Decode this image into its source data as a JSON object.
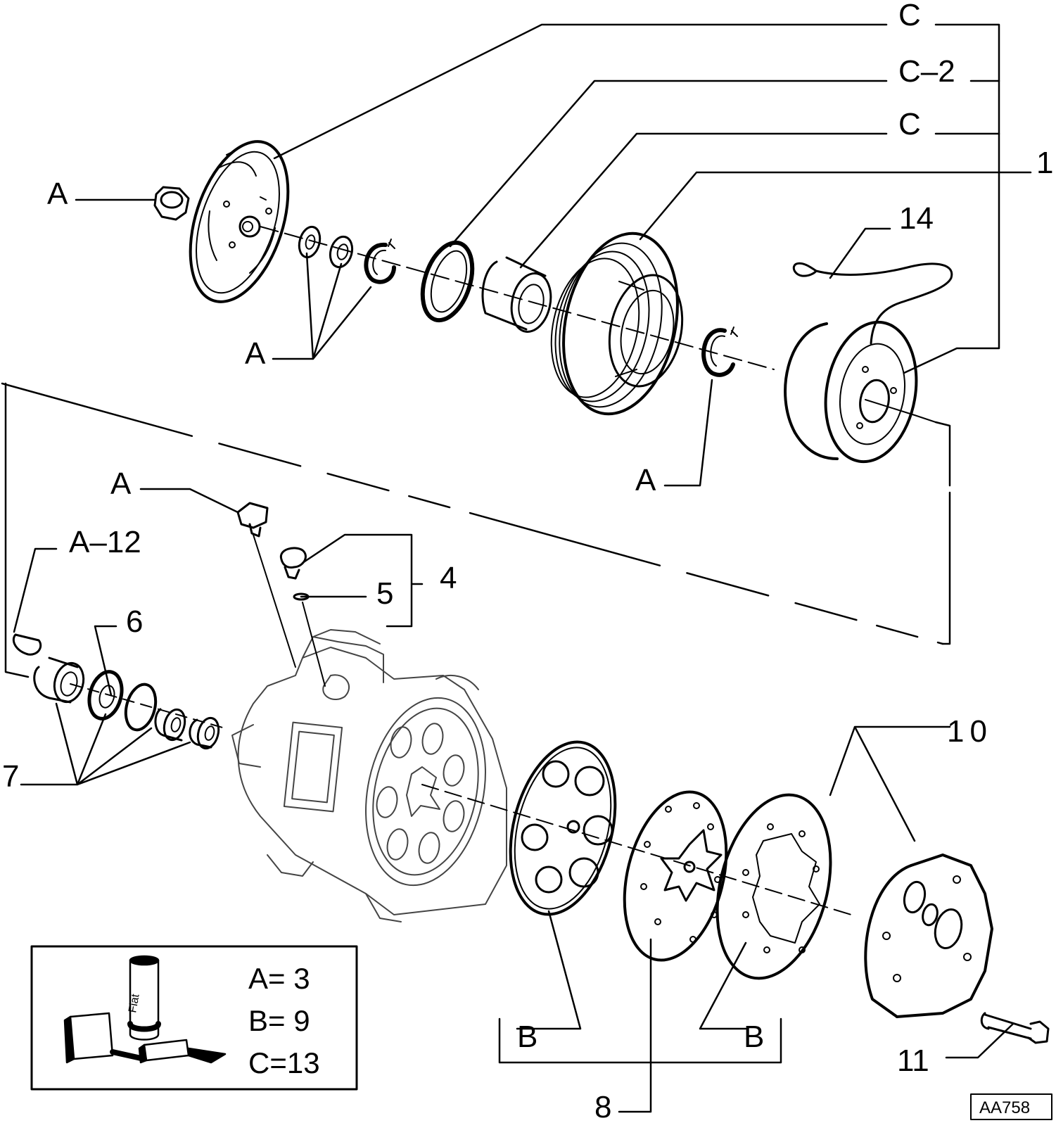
{
  "diagram": {
    "reference_code": "AA758",
    "callouts": {
      "top_c1": "C",
      "top_c2": "C–2",
      "top_c3": "C",
      "top_1": "1",
      "top_14": "14",
      "top_a_nut": "A",
      "top_a_washers": "A",
      "top_a_snap": "A",
      "mid_a_valve": "A",
      "mid_4": "4",
      "mid_5": "5",
      "mid_a12": "A–12",
      "mid_6": "6",
      "mid_7": "7",
      "bot_10": "10",
      "bot_b_left": "B",
      "bot_b_right": "B",
      "bot_8": "8",
      "bot_11": "11"
    },
    "legend": {
      "line_a": "A= 3",
      "line_b": "B= 9",
      "line_c": "C=13",
      "can_brand": "Fiat"
    }
  }
}
